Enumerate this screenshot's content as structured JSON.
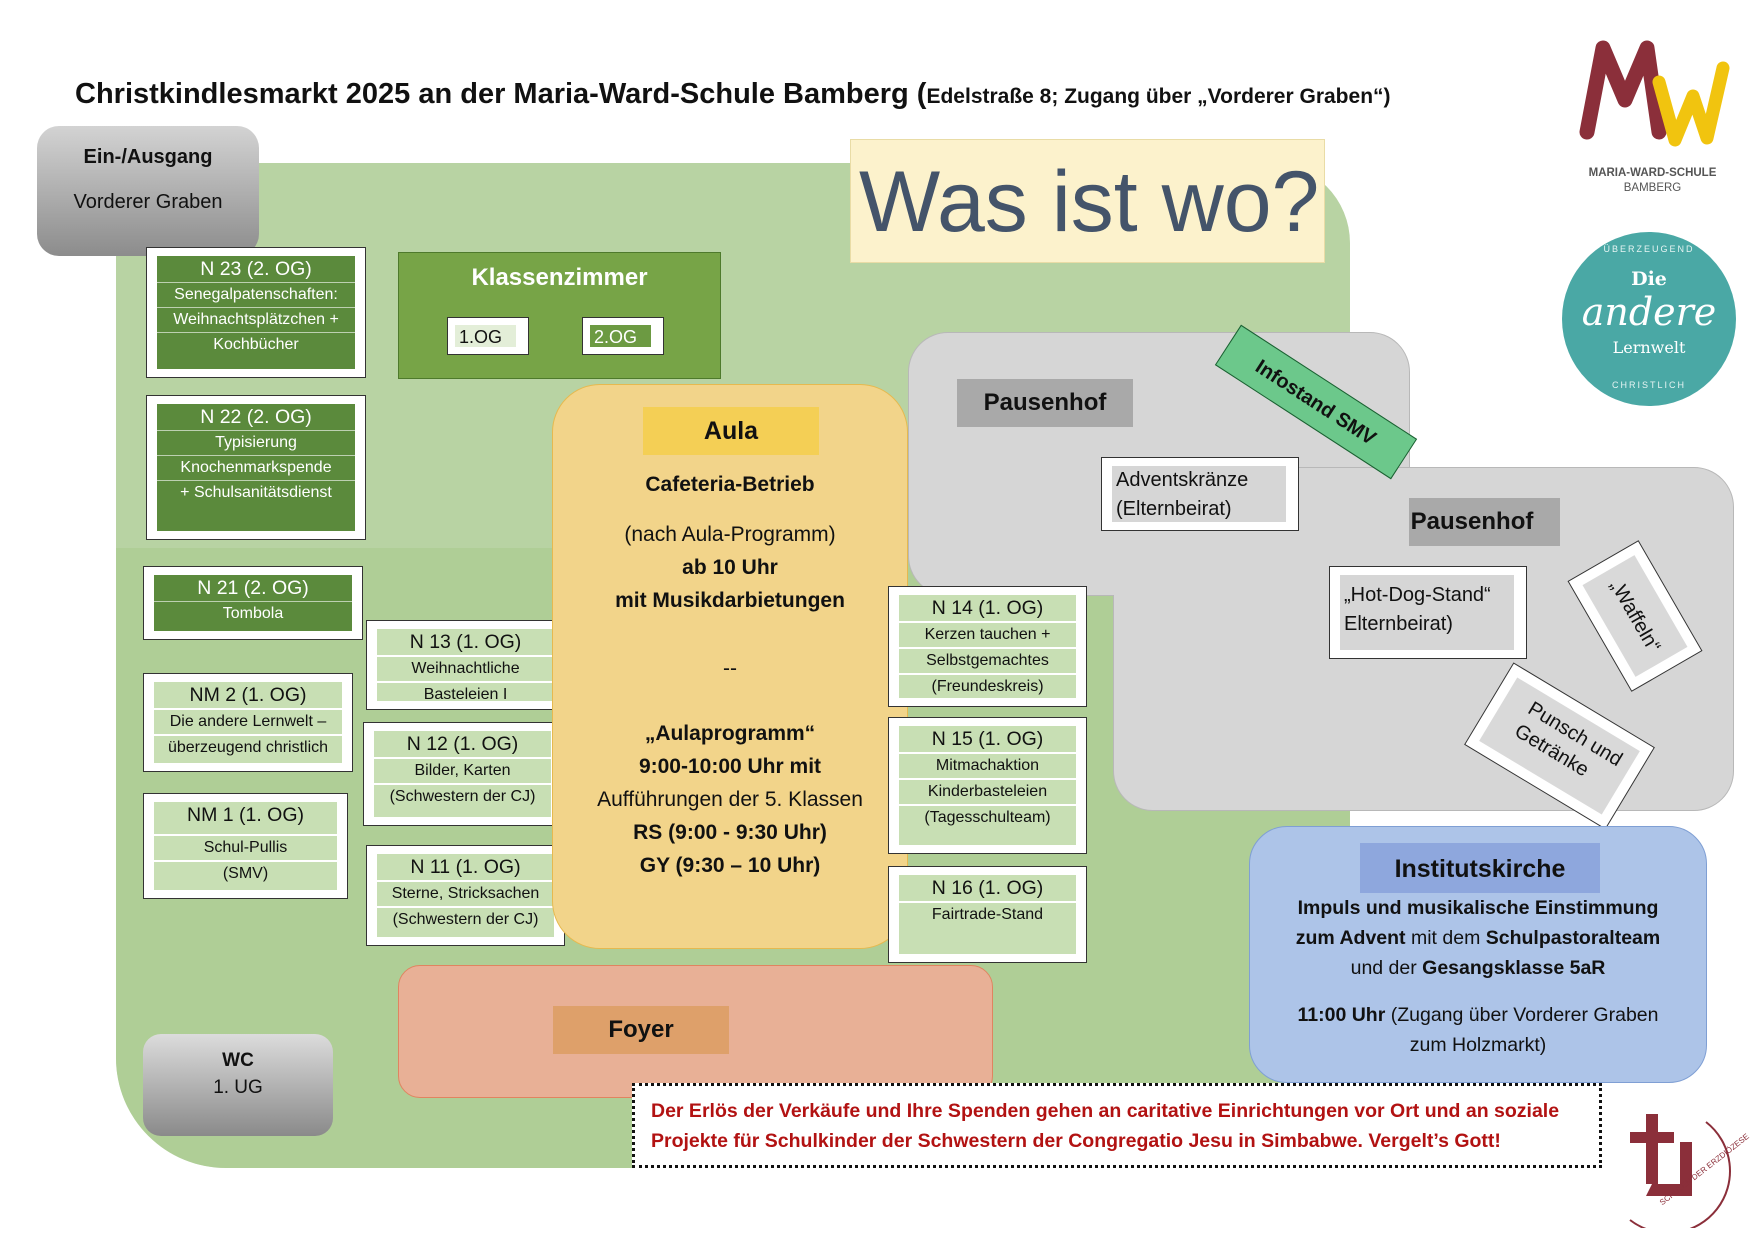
{
  "header": {
    "title": "Christkindlesmarkt 2025 an der Maria-Ward-Schule Bamberg (",
    "subtitle": "Edelstraße 8; Zugang über „Vorderer Graben“)"
  },
  "headline": "Was ist wo?",
  "entrance": {
    "label": "Ein-/Ausgang",
    "sub": "Vorderer Graben"
  },
  "wc": {
    "label": "WC",
    "sub": "1. UG"
  },
  "klassenzimmer": {
    "title": "Klassenzimmer",
    "og1": "1.OG",
    "og2": "2.OG"
  },
  "rooms": {
    "n23": {
      "title": "N 23 (2. OG)",
      "lines": [
        "Senegalpatenschaften:",
        "Weihnachtsplätzchen +",
        "Kochbücher"
      ]
    },
    "n22": {
      "title": "N 22 (2. OG)",
      "lines": [
        "Typisierung",
        "Knochenmarkspende",
        "+ Schulsanitätsdienst"
      ]
    },
    "n21": {
      "title": "N 21 (2. OG)",
      "lines": [
        "Tombola"
      ]
    },
    "nm2": {
      "title": "NM 2 (1. OG)",
      "lines": [
        "Die andere Lernwelt –",
        "überzeugend christlich"
      ]
    },
    "nm1": {
      "title": "NM 1 (1. OG)",
      "lines": [
        "Schul-Pullis",
        "(SMV)"
      ]
    },
    "n13": {
      "title": "N 13 (1. OG)",
      "lines": [
        "Weihnachtliche",
        "Basteleien I"
      ]
    },
    "n12": {
      "title": "N 12 (1. OG)",
      "lines": [
        "Bilder, Karten",
        "(Schwestern der CJ)"
      ]
    },
    "n11": {
      "title": "N 11 (1. OG)",
      "lines": [
        "Sterne, Stricksachen",
        "(Schwestern der CJ)"
      ]
    },
    "n14": {
      "title": "N 14 (1. OG)",
      "lines": [
        "Kerzen tauchen +",
        "Selbstgemachtes",
        "(Freundeskreis)"
      ]
    },
    "n15": {
      "title": "N 15 (1. OG)",
      "lines": [
        "Mitmachaktion",
        "Kinderbasteleien",
        "(Tagesschulteam)"
      ]
    },
    "n16": {
      "title": "N 16 (1. OG)",
      "lines": [
        "Fairtrade-Stand"
      ]
    }
  },
  "aula": {
    "title": "Aula",
    "line1": "Cafeteria-Betrieb",
    "line2": "(nach Aula-Programm)",
    "line3": "ab 10 Uhr",
    "line4": "mit Musikdarbietungen",
    "sep": "--",
    "line5": "„Aulaprogramm“",
    "line6": "9:00-10:00 Uhr mit",
    "line7": "Aufführungen der 5. Klassen",
    "line8": "RS (9:00 - 9:30 Uhr)",
    "line9": "GY (9:30 – 10 Uhr)"
  },
  "foyer": {
    "title": "Foyer"
  },
  "pausenhof1": {
    "title": "Pausenhof",
    "box_line1": "Adventskränze",
    "box_line2": "(Elternbeirat)"
  },
  "pausenhof2": {
    "title": "Pausenhof",
    "box_line1": "„Hot-Dog-Stand“",
    "box_line2": "Elternbeirat)"
  },
  "infostand": "Infostand SMV",
  "waffeln": "„Waffeln“",
  "punsch": {
    "line1": "Punsch und",
    "line2": "Getränke"
  },
  "kirche": {
    "title": "Institutskirche",
    "l1": "Impuls und musikalische Einstimmung",
    "l2a": "zum Advent",
    "l2b": " mit dem ",
    "l2c": "Schulpastoralteam",
    "l3a": "und der ",
    "l3b": "Gesangsklasse 5aR",
    "l4a": "11:00 Uhr",
    "l4b": " (Zugang über Vorderer Graben",
    "l5": "zum Holzmarkt)"
  },
  "note": {
    "line1": "Der Erlös der Verkäufe und Ihre Spenden gehen an caritative Einrichtungen vor Ort und an soziale",
    "line2": "Projekte für Schulkinder der Schwestern der Congregatio Jesu in Simbabwe. Vergelt’s Gott!"
  },
  "logos": {
    "mw_name": "MARIA-WARD-SCHULE",
    "mw_city": "BAMBERG",
    "lernwelt_top": "ÜBERZEUGEND",
    "lernwelt_die": "Die",
    "lernwelt_andere": "andere",
    "lernwelt_lernwelt": "Lernwelt",
    "lernwelt_bottom": "CHRISTLICH",
    "erzdioezese": "SCHULEN DER ERZDIÖZESE"
  },
  "colors": {
    "green_area": "#b8d3a3",
    "dark_green": "#5b8a3c",
    "aula": "#f2d48a",
    "foyer": "#e8b096",
    "hof": "#d6d6d6",
    "kirche": "#adc4e8",
    "note_red": "#b21212",
    "mw_red": "#8b2f3a",
    "mw_yellow": "#f1c40f"
  }
}
